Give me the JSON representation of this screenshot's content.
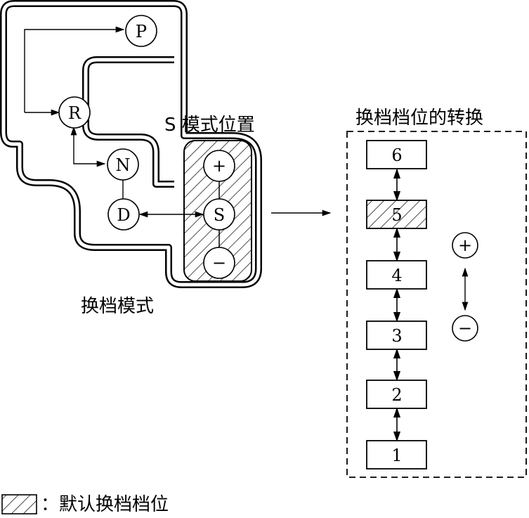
{
  "gate": {
    "positions": {
      "p": "P",
      "r": "R",
      "n": "N",
      "d": "D",
      "s": "S",
      "plus": "+",
      "minus": "−"
    },
    "s_mode_label": "S 模式位置",
    "shift_mode_label": "换档模式"
  },
  "conversion": {
    "title": "换档档位的转换",
    "gears": [
      "6",
      "5",
      "4",
      "3",
      "2",
      "1"
    ],
    "default_gear": "5",
    "plus": "+",
    "minus": "−"
  },
  "legend": {
    "text": "：默认换档档位"
  }
}
